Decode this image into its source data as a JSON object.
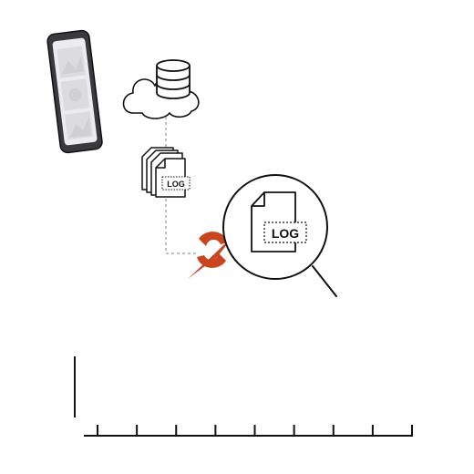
{
  "colors": {
    "stroke": "#111111",
    "connector": "#aaaaaa",
    "accent": "#c8451f",
    "phone_screen": "#ececef",
    "phone_placeholder": "#dcdce0"
  },
  "icons": {
    "phone": "smartphone-icon",
    "cloud": "cloud-icon",
    "database": "database-icon",
    "files": "log-files-stack-icon",
    "magnifier": "magnifying-glass-icon",
    "logo": "swirl-logo-icon"
  },
  "labels": {
    "small_file": "LOG",
    "large_file": "LOG"
  },
  "timeline": {
    "tick_count": 9
  }
}
